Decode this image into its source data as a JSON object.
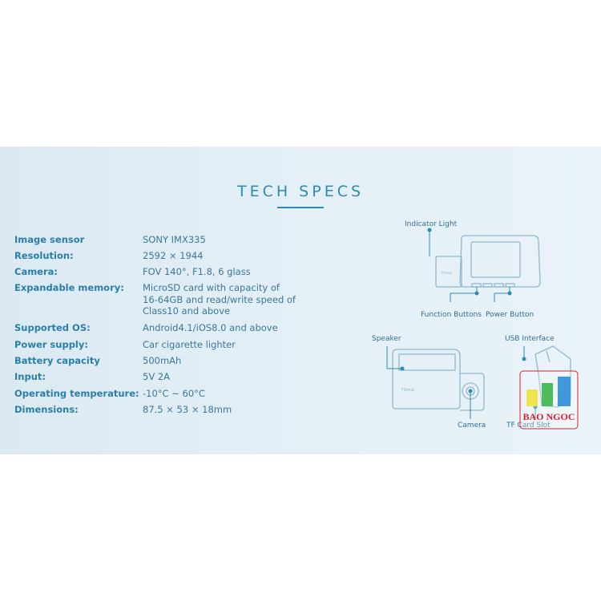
{
  "title": "TECH SPECS",
  "specs": [
    {
      "label": "Image sensor",
      "value": "SONY IMX335"
    },
    {
      "label": "Resolution:",
      "value": "2592 × 1944"
    },
    {
      "label": "Camera:",
      "value": "FOV 140°, F1.8, 6 glass"
    },
    {
      "label": "Expandable memory:",
      "value": "MicroSD card with capacity of\n16-64GB and read/write speed of\nClass10 and above"
    },
    {
      "label": "Supported OS:",
      "value": "Android4.1/iOS8.0 and above"
    },
    {
      "label": "Power supply:",
      "value": "Car cigarette lighter"
    },
    {
      "label": "Battery capacity",
      "value": "500mAh"
    },
    {
      "label": "Input:",
      "value": "5V 2A"
    },
    {
      "label": "Operating temperature:",
      "value": "-10°C ~ 60°C"
    },
    {
      "label": "Dimensions:",
      "value": "87.5 × 53 × 18mm"
    }
  ],
  "diagram": {
    "labels": {
      "indicator_light": "Indicator Light",
      "function_buttons": "Function Buttons",
      "power_button": "Power Button",
      "speaker": "Speaker",
      "usb_interface": "USB Interface",
      "camera": "Camera",
      "tf_card_slot": "TF Card Slot"
    },
    "device_brand_front": "70mai",
    "device_brand_side": "70mai"
  },
  "watermark": {
    "text": "BAO NGOC",
    "colors": [
      "#f0e23a",
      "#3cb54a",
      "#2e8fd8",
      "#d8202a"
    ]
  }
}
